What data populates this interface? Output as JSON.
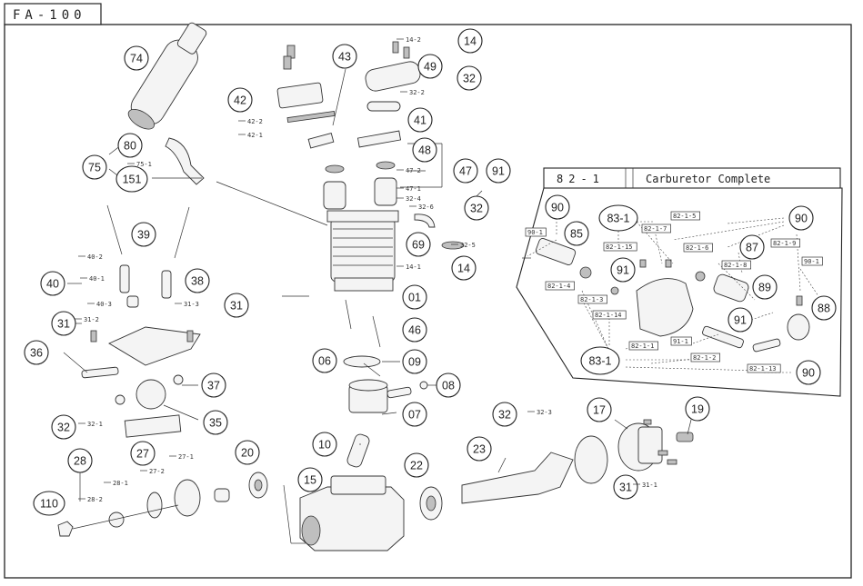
{
  "diagram": {
    "title": "FA-100",
    "inset": {
      "code": "82-1",
      "title": "Carburetor Complete"
    },
    "callouts": [
      {
        "id": "c74",
        "label": "74"
      },
      {
        "id": "c43",
        "label": "43"
      },
      {
        "id": "c14a",
        "label": "14"
      },
      {
        "id": "c49",
        "label": "49"
      },
      {
        "id": "c32a",
        "label": "32"
      },
      {
        "id": "c42",
        "label": "42"
      },
      {
        "id": "c41",
        "label": "41"
      },
      {
        "id": "c80",
        "label": "80"
      },
      {
        "id": "c75",
        "label": "75"
      },
      {
        "id": "c151",
        "label": "151"
      },
      {
        "id": "c48",
        "label": "48"
      },
      {
        "id": "c47",
        "label": "47"
      },
      {
        "id": "c91a",
        "label": "91"
      },
      {
        "id": "c32b",
        "label": "32"
      },
      {
        "id": "c39",
        "label": "39"
      },
      {
        "id": "c69",
        "label": "69"
      },
      {
        "id": "c14b",
        "label": "14"
      },
      {
        "id": "c40",
        "label": "40"
      },
      {
        "id": "c38",
        "label": "38"
      },
      {
        "id": "c31a",
        "label": "31"
      },
      {
        "id": "c01",
        "label": "01"
      },
      {
        "id": "c31b",
        "label": "31"
      },
      {
        "id": "c46",
        "label": "46"
      },
      {
        "id": "c36",
        "label": "36"
      },
      {
        "id": "c06",
        "label": "06"
      },
      {
        "id": "c09",
        "label": "09"
      },
      {
        "id": "c37",
        "label": "37"
      },
      {
        "id": "c08",
        "label": "08"
      },
      {
        "id": "c35",
        "label": "35"
      },
      {
        "id": "c07",
        "label": "07"
      },
      {
        "id": "c32c",
        "label": "32"
      },
      {
        "id": "c32d",
        "label": "32"
      },
      {
        "id": "c17",
        "label": "17"
      },
      {
        "id": "c19",
        "label": "19"
      },
      {
        "id": "c10",
        "label": "10"
      },
      {
        "id": "c28",
        "label": "28"
      },
      {
        "id": "c27",
        "label": "27"
      },
      {
        "id": "c20",
        "label": "20"
      },
      {
        "id": "c23",
        "label": "23"
      },
      {
        "id": "c22",
        "label": "22"
      },
      {
        "id": "c15",
        "label": "15"
      },
      {
        "id": "c31c",
        "label": "31"
      },
      {
        "id": "c110",
        "label": "110"
      },
      {
        "id": "i90a",
        "label": "90"
      },
      {
        "id": "i83a",
        "label": "83-1"
      },
      {
        "id": "i90b",
        "label": "90"
      },
      {
        "id": "i85",
        "label": "85"
      },
      {
        "id": "i87",
        "label": "87"
      },
      {
        "id": "i91a",
        "label": "91"
      },
      {
        "id": "i89",
        "label": "89"
      },
      {
        "id": "i88",
        "label": "88"
      },
      {
        "id": "i91b",
        "label": "91"
      },
      {
        "id": "i83b",
        "label": "83-1"
      },
      {
        "id": "i90c",
        "label": "90"
      }
    ],
    "subcodes": [
      {
        "id": "s14_2",
        "label": "14-2"
      },
      {
        "id": "s32_2",
        "label": "32-2"
      },
      {
        "id": "s42_2",
        "label": "42-2"
      },
      {
        "id": "s42_1",
        "label": "42-1"
      },
      {
        "id": "s75_1",
        "label": "75-1"
      },
      {
        "id": "s47_2",
        "label": "47-2"
      },
      {
        "id": "s47_1",
        "label": "47-1"
      },
      {
        "id": "s32_4",
        "label": "32-4"
      },
      {
        "id": "s32_6",
        "label": "32-6"
      },
      {
        "id": "s32_5",
        "label": "32-5"
      },
      {
        "id": "s14_1",
        "label": "14-1"
      },
      {
        "id": "s40_2",
        "label": "40-2"
      },
      {
        "id": "s40_1",
        "label": "40-1"
      },
      {
        "id": "s40_3",
        "label": "40-3"
      },
      {
        "id": "s31_3",
        "label": "31-3"
      },
      {
        "id": "s31_2",
        "label": "31-2"
      },
      {
        "id": "s32_1",
        "label": "32-1"
      },
      {
        "id": "s32_3",
        "label": "32-3"
      },
      {
        "id": "s27_1",
        "label": "27-1"
      },
      {
        "id": "s27_2",
        "label": "27-2"
      },
      {
        "id": "s28_1",
        "label": "28-1"
      },
      {
        "id": "s28_2",
        "label": "28-2"
      },
      {
        "id": "s31_1",
        "label": "31-1"
      },
      {
        "id": "b82_1_5",
        "label": "82-1-5"
      },
      {
        "id": "b82_1_7",
        "label": "82-1-7"
      },
      {
        "id": "b90_1a",
        "label": "90-1"
      },
      {
        "id": "b82_1_15",
        "label": "82-1-15"
      },
      {
        "id": "b82_1_6",
        "label": "82-1-6"
      },
      {
        "id": "b82_1_9",
        "label": "82-1-9"
      },
      {
        "id": "b90_1b",
        "label": "90-1"
      },
      {
        "id": "b82_1_8",
        "label": "82-1-8"
      },
      {
        "id": "b82_1_4",
        "label": "82-1-4"
      },
      {
        "id": "b82_1_3",
        "label": "82-1-3"
      },
      {
        "id": "b82_1_14",
        "label": "82-1-14"
      },
      {
        "id": "b91_1",
        "label": "91-1"
      },
      {
        "id": "b82_1_1",
        "label": "82-1-1"
      },
      {
        "id": "b82_1_2",
        "label": "82-1-2"
      },
      {
        "id": "b82_1_13",
        "label": "82-1-13"
      }
    ]
  }
}
